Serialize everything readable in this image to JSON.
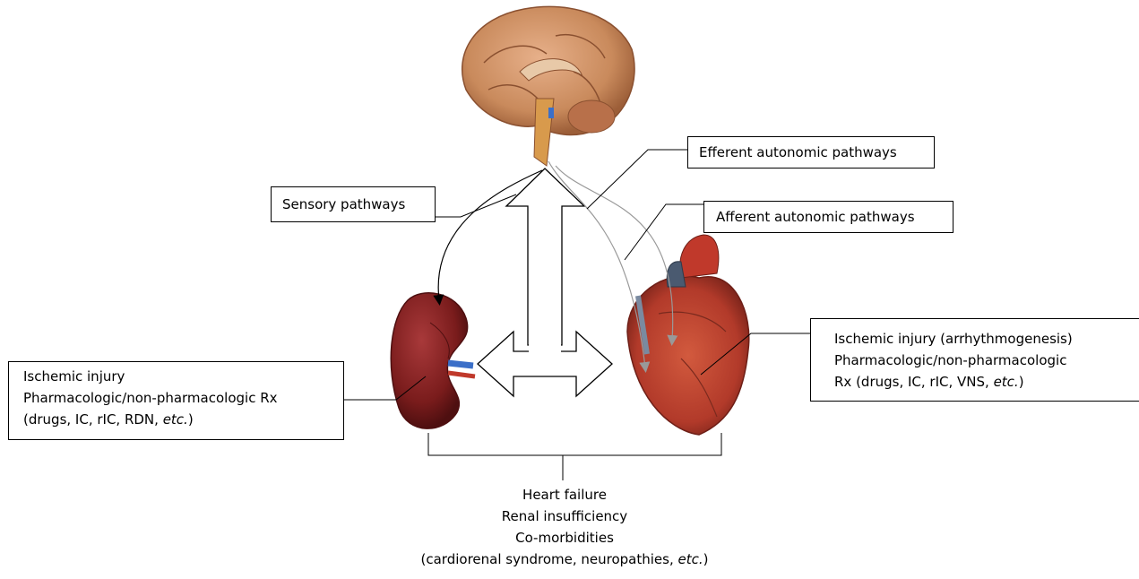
{
  "labels": {
    "sensory": "Sensory pathways",
    "efferent": "Efferent autonomic pathways",
    "afferent": "Afferent autonomic pathways"
  },
  "kidney_box": {
    "line1": "Ischemic injury",
    "line2": "Pharmacologic/non-pharmacologic Rx",
    "line3_prefix": "(drugs, IC, rIC, RDN, ",
    "line3_em": "etc.",
    "line3_suffix": ")"
  },
  "heart_box": {
    "line1": "Ischemic injury (arrhythmogenesis)",
    "line2": "Pharmacologic/non-pharmacologic",
    "line3_prefix": "Rx (drugs, IC, rIC, VNS, ",
    "line3_em": "etc.",
    "line3_suffix": ")"
  },
  "bottom": {
    "line1": "Heart failure",
    "line2": "Renal insufficiency",
    "line3": "Co-morbidities",
    "line4_prefix": "(cardiorenal syndrome, neuropathies, ",
    "line4_em": "etc.",
    "line4_suffix": ")"
  },
  "colors": {
    "brain": "#c98a5c",
    "kidney": "#7a1c1c",
    "heart": "#b23a2a",
    "vessel_blue": "#3b6fc8",
    "line": "#000000"
  }
}
